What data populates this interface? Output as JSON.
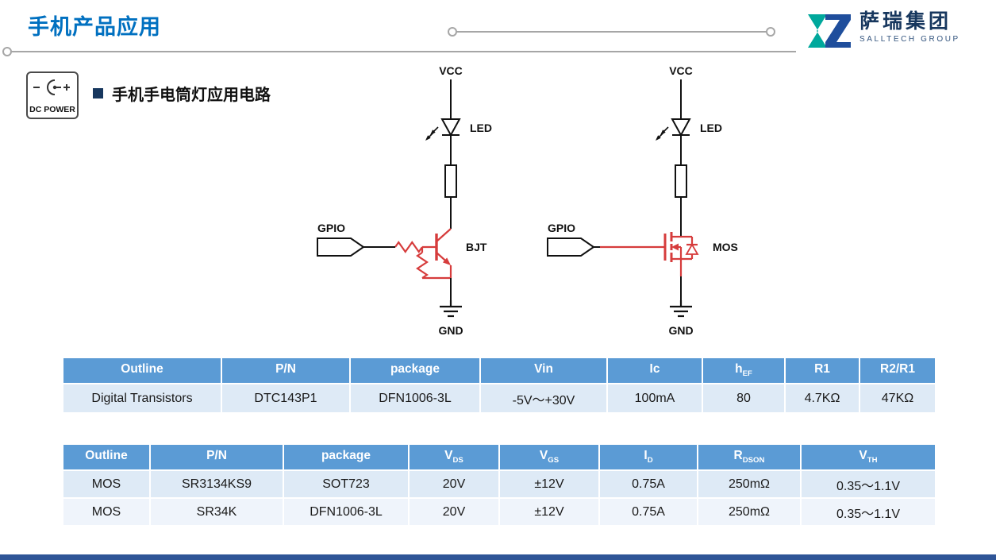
{
  "slide": {
    "title": "手机产品应用",
    "bullet": "手机手电筒灯应用电路"
  },
  "logo": {
    "company": "萨瑞集团",
    "subtitle": "SALLTECH GROUP"
  },
  "dc_power_label": "DC POWER",
  "circuit_left": {
    "vcc": "VCC",
    "led": "LED",
    "gpio": "GPIO",
    "device": "BJT",
    "gnd": "GND"
  },
  "circuit_right": {
    "vcc": "VCC",
    "led": "LED",
    "gpio": "GPIO",
    "device": "MOS",
    "gnd": "GND"
  },
  "table1": {
    "headers": [
      {
        "label": "Outline",
        "sub": ""
      },
      {
        "label": "P/N",
        "sub": ""
      },
      {
        "label": "package",
        "sub": ""
      },
      {
        "label": "Vin",
        "sub": ""
      },
      {
        "label": "Ic",
        "sub": ""
      },
      {
        "label": "h",
        "sub": "EF"
      },
      {
        "label": "R1",
        "sub": ""
      },
      {
        "label": "R2/R1",
        "sub": ""
      }
    ],
    "rows": [
      [
        "Digital Transistors",
        "DTC143P1",
        "DFN1006-3L",
        "-5V～+30V",
        "100mA",
        "80",
        "4.7KΩ",
        "47KΩ"
      ]
    ]
  },
  "table2": {
    "headers": [
      {
        "label": "Outline",
        "sub": ""
      },
      {
        "label": "P/N",
        "sub": ""
      },
      {
        "label": "package",
        "sub": ""
      },
      {
        "label": "V",
        "sub": "DS"
      },
      {
        "label": "V",
        "sub": "GS"
      },
      {
        "label": "I",
        "sub": "D"
      },
      {
        "label": "R",
        "sub": "DSON"
      },
      {
        "label": "V",
        "sub": "TH"
      }
    ],
    "rows": [
      [
        "MOS",
        "SR3134KS9",
        "SOT723",
        "20V",
        "±12V",
        "0.75A",
        "250mΩ",
        "0.35～1.1V"
      ],
      [
        "MOS",
        "SR34K",
        "DFN1006-3L",
        "20V",
        "±12V",
        "0.75A",
        "250mΩ",
        "0.35～1.1V"
      ]
    ]
  },
  "colors": {
    "accent_blue": "#0070C0",
    "table_header_blue": "#5B9BD5",
    "row_light_blue": "#DEEAF6",
    "circuit_red": "#D63C3C",
    "logo_teal": "#00A89C",
    "logo_blue": "#1F4E9C",
    "bottom_bar": "#2F5597"
  }
}
